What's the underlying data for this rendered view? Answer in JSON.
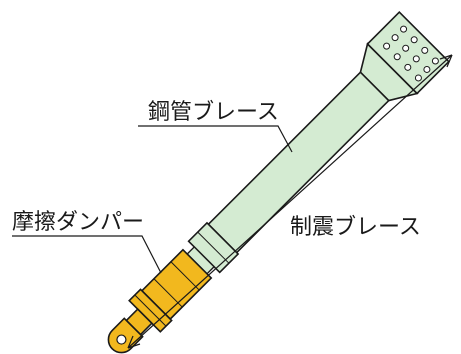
{
  "labels": {
    "steel_pipe": "鋼管ブレース",
    "friction_damper": "摩擦ダンパー",
    "damping_brace": "制震ブレース"
  },
  "colors": {
    "pipe_fill": "#d4ebd2",
    "damper_fill": "#f2b81e",
    "outline": "#1a1a1a"
  }
}
